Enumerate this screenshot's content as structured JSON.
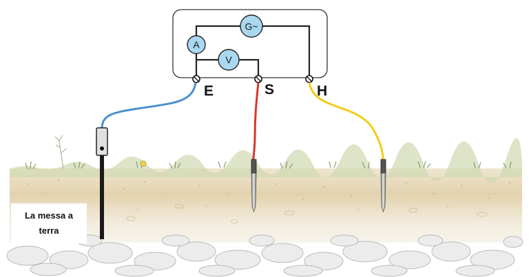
{
  "instrument": {
    "generator_label": "G~",
    "ammeter_label": "A",
    "voltmeter_label": "V"
  },
  "terminals": {
    "e_label": "E",
    "s_label": "S",
    "h_label": "H"
  },
  "caption": {
    "text": "La messa a terra"
  },
  "colors": {
    "wire_e": "#4a90d0",
    "wire_s": "#d8362a",
    "wire_h": "#f2cc1a",
    "meter_fill": "#a9d8f0",
    "soil_top": "#e8d9b8",
    "rock": "#e7e7e7"
  },
  "icons": {
    "generator": "generator-icon",
    "ammeter": "ammeter-icon",
    "voltmeter": "voltmeter-icon",
    "earth_rod": "earth-electrode-icon",
    "probe_s": "probe-stake-icon",
    "probe_h": "probe-stake-icon"
  }
}
